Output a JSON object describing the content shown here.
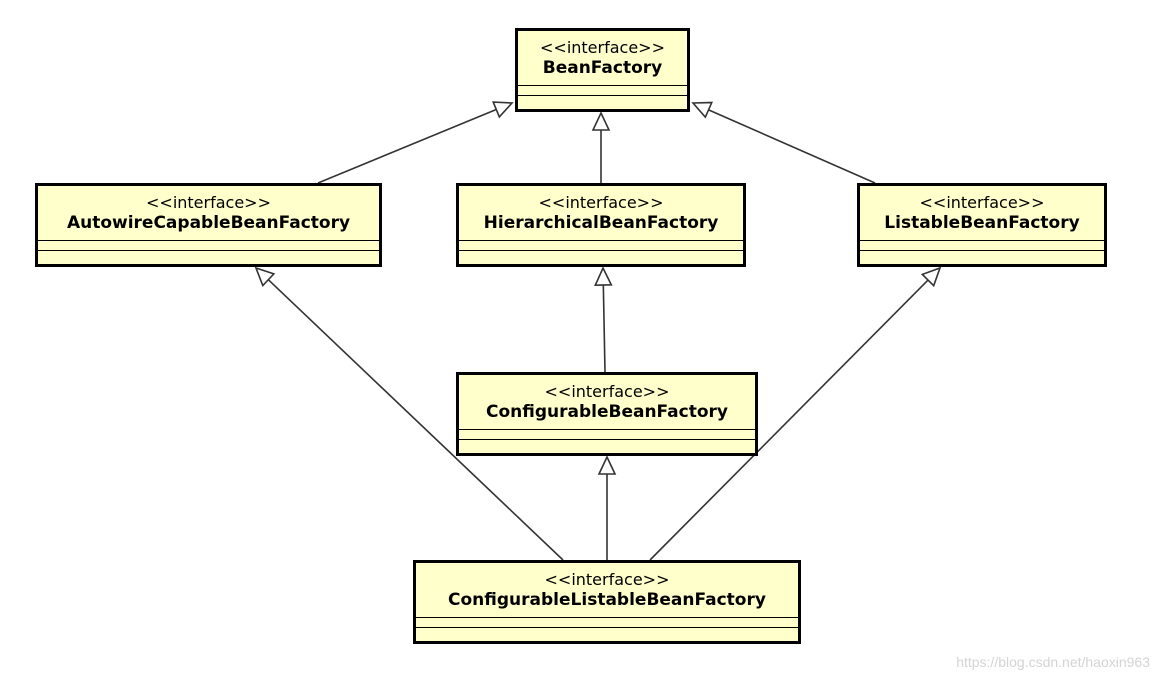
{
  "diagram": {
    "stereotype": "<<interface>>",
    "interfaces": [
      {
        "id": "bean_factory",
        "name": "BeanFactory"
      },
      {
        "id": "autowire_capable",
        "name": "AutowireCapableBeanFactory"
      },
      {
        "id": "hierarchical",
        "name": "HierarchicalBeanFactory"
      },
      {
        "id": "listable",
        "name": "ListableBeanFactory"
      },
      {
        "id": "configurable",
        "name": "ConfigurableBeanFactory"
      },
      {
        "id": "configurable_listable",
        "name": "ConfigurableListableBeanFactory"
      }
    ],
    "relations": [
      {
        "type": "generalization",
        "from": "autowire_capable",
        "to": "bean_factory"
      },
      {
        "type": "generalization",
        "from": "hierarchical",
        "to": "bean_factory"
      },
      {
        "type": "generalization",
        "from": "listable",
        "to": "bean_factory"
      },
      {
        "type": "generalization",
        "from": "configurable",
        "to": "hierarchical"
      },
      {
        "type": "generalization",
        "from": "configurable_listable",
        "to": "autowire_capable"
      },
      {
        "type": "generalization",
        "from": "configurable_listable",
        "to": "configurable"
      },
      {
        "type": "generalization",
        "from": "configurable_listable",
        "to": "listable"
      }
    ],
    "colors": {
      "box_fill": "#ffffcc",
      "border": "#000000",
      "watermark": "#d4d4d4"
    }
  },
  "watermark": "https://blog.csdn.net/haoxin963"
}
